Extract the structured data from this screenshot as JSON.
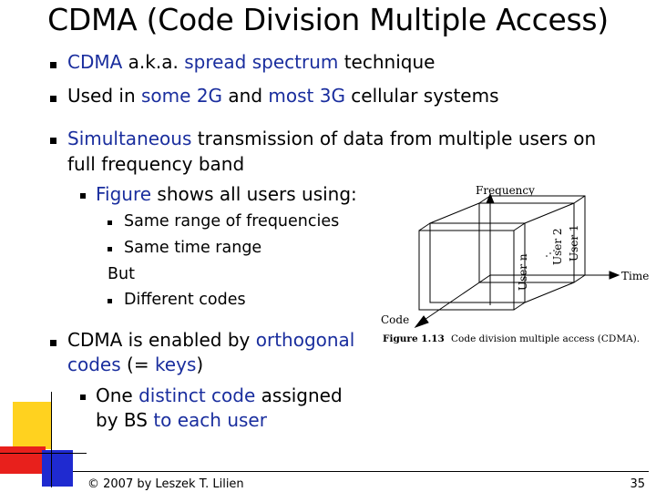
{
  "title": "CDMA (Code Division Multiple Access)",
  "bullets": {
    "b1": {
      "p1": "CDMA",
      "p2": " a.k.a. ",
      "p3": "spread spectrum",
      "p4": " technique"
    },
    "b2": {
      "p1": "Used in ",
      "p2": "some 2G",
      "p3": " and ",
      "p4": "most 3G",
      "p5": " cellular systems"
    },
    "b3": {
      "line1_hl": "Simultaneous",
      "line1_rest": " transmission of data from multiple users on",
      "line2": "full frequency band"
    },
    "b3_sub": {
      "hl": "Figure",
      "rest": " shows all users using:"
    },
    "b3_items": [
      "Same range of frequencies",
      "Same time range"
    ],
    "but": "But",
    "b3_item3": "Different codes",
    "b4": {
      "line1_pre": "CDMA is enabled by ",
      "line1_hl": "orthogonal",
      "line2_hl": "codes",
      "line2_mid": " (= ",
      "line2_hl2": "keys",
      "line2_end": ")"
    },
    "b4_sub": {
      "pre": "One ",
      "hl": "distinct code",
      "post": " assigned",
      "line2_pre": "by BS ",
      "line2_hl": "to each user"
    }
  },
  "figure": {
    "frequency_label": "Frequency",
    "time_label": "Time",
    "code_label": "Code",
    "user_n": "User n",
    "user_2": "User 2",
    "user_1": "User 1",
    "caption_label": "Figure 1.13",
    "caption_text": "Code division multiple access (CDMA)."
  },
  "footer": {
    "copyright": "© 2007 by Leszek T. Lilien",
    "page": "35"
  },
  "colors": {
    "highlight": "#1a2e9e",
    "deco_yellow": "#ffd21f",
    "deco_red": "#e8201c",
    "deco_blue": "#1f2ad0"
  }
}
